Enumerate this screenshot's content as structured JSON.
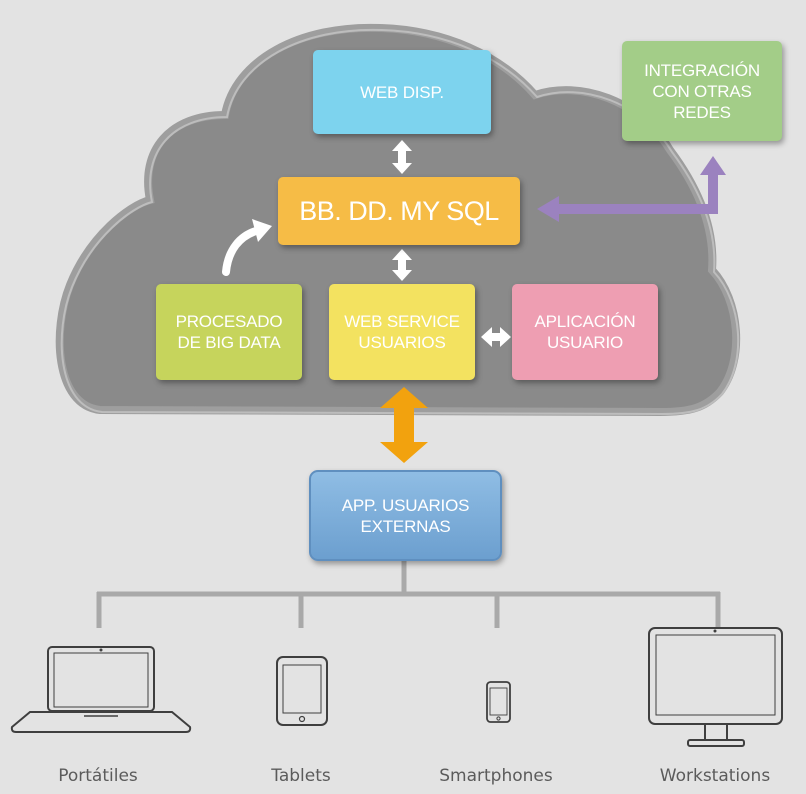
{
  "diagram": {
    "cloud": {
      "web_disp": "WEB DISP.",
      "bbdd": "BB. DD. MY SQL",
      "procesado": "PROCESADO\nDE BIG DATA",
      "web_service": "WEB SERVICE\nUSUARIOS",
      "aplicacion": "APLICACIÓN\nUSUARIO"
    },
    "integracion": "INTEGRACIÓN\nCON OTRAS\nREDES",
    "app_externas": "APP. USUARIOS\nEXTERNAS",
    "devices": {
      "portatiles": "Portátiles",
      "tablets": "Tablets",
      "smartphones": "Smartphones",
      "workstations": "Workstations"
    }
  },
  "colors": {
    "background": "#e3e3e3",
    "cloud": "#8a8a8a",
    "web_disp": "#7dd3ee",
    "bbdd": "#f6bc46",
    "procesado": "#c6d45c",
    "web_service": "#f3e260",
    "aplicacion": "#ee9eb2",
    "integracion": "#a3cd88",
    "app_externas": "#7aaedb",
    "purple_arrow": "#9b82bf",
    "orange_arrow": "#f2a20e",
    "connector": "#a9a9a9"
  }
}
